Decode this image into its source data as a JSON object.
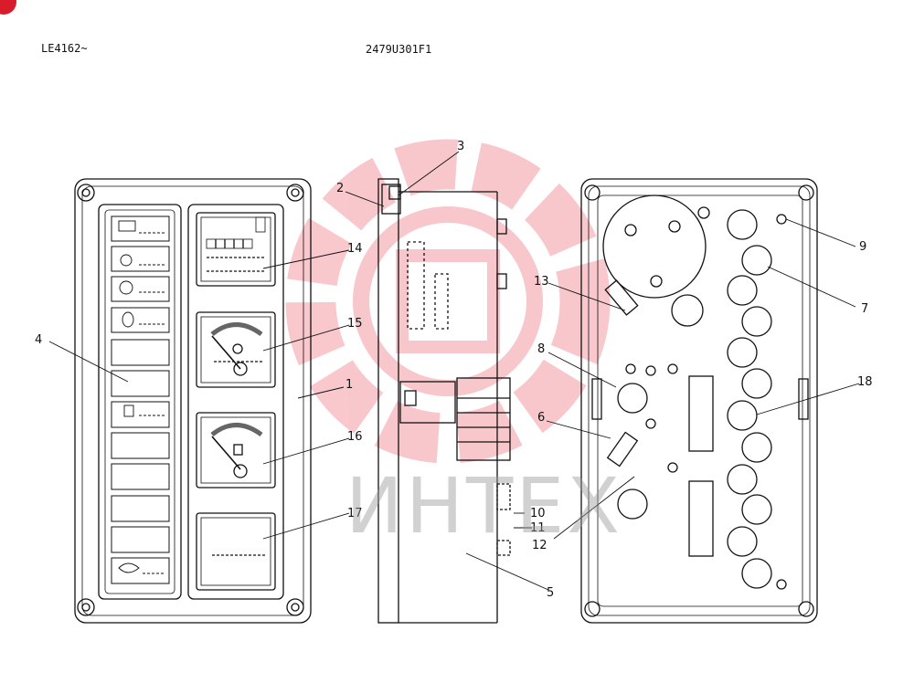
{
  "header": {
    "left_code": "LE4162~",
    "drawing_number": "2479U301F1"
  },
  "watermark": {
    "text": "ИНТЕХ",
    "color": "#e8394a"
  },
  "callouts": {
    "c1": "1",
    "c2": "2",
    "c3": "3",
    "c4": "4",
    "c5": "5",
    "c6": "6",
    "c7": "7",
    "c8": "8",
    "c9": "9",
    "c10": "10",
    "c11": "11",
    "c12": "12",
    "c13": "13",
    "c14": "14",
    "c15": "15",
    "c16": "16",
    "c17": "17",
    "c18": "18"
  }
}
